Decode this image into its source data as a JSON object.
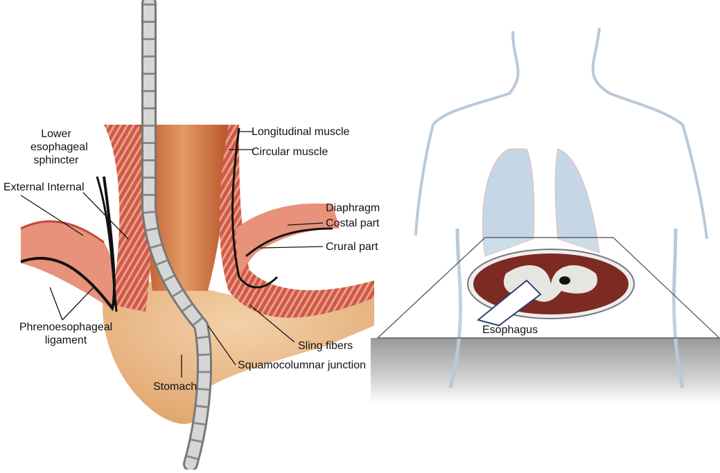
{
  "left_figure": {
    "labels": {
      "lower_les": [
        "Lower",
        "esophageal",
        "sphincter"
      ],
      "external_internal": "External Internal",
      "phrenoesophageal": [
        "Phrenoesophageal",
        "ligament"
      ],
      "longitudinal_muscle": "Longitudinal muscle",
      "circular_muscle": "Circular muscle",
      "diaphragm": "Diaphragm",
      "costal_part": "Costal part",
      "crural_part": "Crural part",
      "sling_fibers": "Sling fibers",
      "squamocolumnar": "Squamocolumnar junction",
      "stomach": "Stomach"
    }
  },
  "right_figure": {
    "labels": {
      "esophagus": "Esophagus"
    }
  },
  "colors": {
    "muscle": "#c8503e",
    "muscle_light": "#e8a38f",
    "mucosa": "#d9965f",
    "black_line": "#111111",
    "body_outline": "#b9c9d8",
    "lungs": "#c5d6e6",
    "shadow": "#bdbdbd"
  }
}
